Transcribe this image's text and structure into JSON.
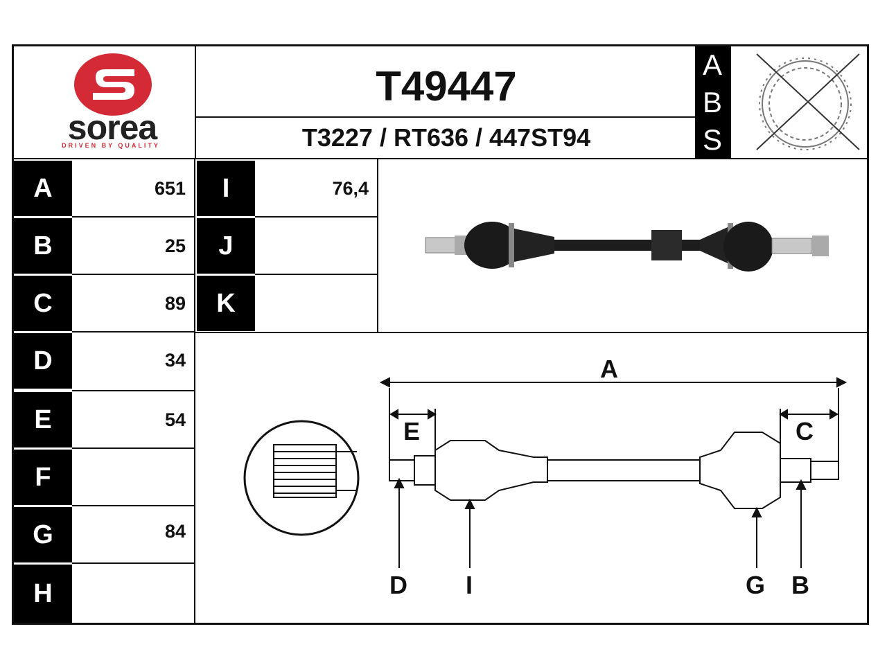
{
  "brand": {
    "name": "sorea",
    "tagline": "DRIVEN BY QUALITY",
    "color": "#d42a36"
  },
  "header": {
    "part_number": "T49447",
    "cross_references": "T3227 / RT636 / 447ST94",
    "abs_label": [
      "A",
      "B",
      "S"
    ]
  },
  "specs_left": [
    {
      "label": "A",
      "value": "651"
    },
    {
      "label": "B",
      "value": "25"
    },
    {
      "label": "C",
      "value": "89"
    },
    {
      "label": "D",
      "value": "34"
    },
    {
      "label": "E",
      "value": "54"
    },
    {
      "label": "F",
      "value": ""
    },
    {
      "label": "G",
      "value": "84"
    },
    {
      "label": "H",
      "value": ""
    }
  ],
  "specs_right": [
    {
      "label": "I",
      "value": "76,4"
    },
    {
      "label": "J",
      "value": ""
    },
    {
      "label": "K",
      "value": ""
    }
  ],
  "diagram": {
    "labels": {
      "A": "A",
      "E": "E",
      "C": "C",
      "D": "D",
      "I": "I",
      "G": "G",
      "B": "B"
    }
  }
}
